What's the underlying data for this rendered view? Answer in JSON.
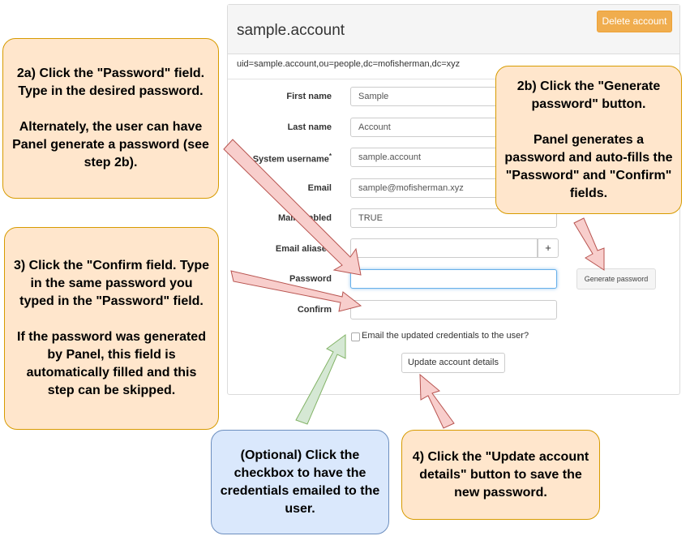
{
  "panel": {
    "title": "sample.account",
    "delete_label": "Delete account",
    "dn": "uid=sample.account,ou=people,dc=mofisherman,dc=xyz"
  },
  "form": {
    "first_name": {
      "label": "First name",
      "value": "Sample"
    },
    "last_name": {
      "label": "Last name",
      "value": "Account"
    },
    "system_username": {
      "label": "System username",
      "mark": "*",
      "value": "sample.account"
    },
    "email": {
      "label": "Email",
      "value": "sample@mofisherman.xyz"
    },
    "mail_enabled": {
      "label": "Mail enabled",
      "value": "TRUE"
    },
    "email_aliases": {
      "label": "Email aliases",
      "value": "",
      "add_label": "+"
    },
    "password": {
      "label": "Password",
      "value": ""
    },
    "confirm": {
      "label": "Confirm",
      "value": ""
    },
    "generate_label": "Generate password",
    "email_credentials_label": "Email the updated credentials to the user?",
    "update_label": "Update account details"
  },
  "callouts": {
    "step_2a": "2a) Click the \"Password\" field.  Type in the desired password.\n\nAlternately, the user can have Panel generate a password (see step 2b).",
    "step_2b": "2b) Click the \"Generate password\" button.\n\nPanel generates a password and auto-fills the \"Password\" and \"Confirm\" fields.",
    "step_3": "3) Click the \"Confirm field.  Type in the same password you typed in the \"Password\" field.\n\nIf the password was generated by Panel, this field is automatically filled and this step can be skipped.",
    "step_optional": "(Optional)  Click the checkbox to have the credentials emailed to the user.",
    "step_4": "4) Click the \"Update account details\" button to save the new password."
  },
  "colors": {
    "callout_fill": "#ffe6cc",
    "callout_border": "#d79b00",
    "optional_fill": "#dae8fc",
    "optional_border": "#6c8ebf",
    "red_arrow": "#f8cecc",
    "green_arrow": "#d5e8d4",
    "delete_button": "#f0ad4e"
  }
}
